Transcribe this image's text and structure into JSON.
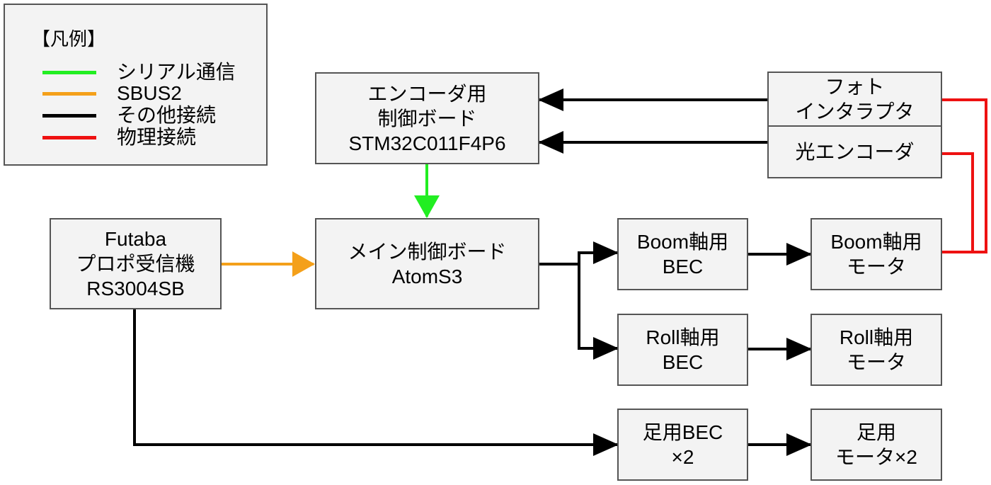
{
  "colors": {
    "serial": "#22ee22",
    "sbus2": "#f4a01a",
    "other": "#000000",
    "physical": "#ee1111"
  },
  "legend": {
    "title": "【凡例】",
    "items": [
      {
        "label": "シリアル通信",
        "color": "#22ee22"
      },
      {
        "label": "SBUS2",
        "color": "#f4a01a"
      },
      {
        "label": "その他接続",
        "color": "#000000"
      },
      {
        "label": "物理接続",
        "color": "#ee1111"
      }
    ]
  },
  "nodes": {
    "encoder_board": {
      "lines": [
        "エンコーダ用",
        "制御ボード",
        "STM32C011F4P6"
      ]
    },
    "photo_interrupter": {
      "lines": [
        "フォト",
        "インタラプタ"
      ]
    },
    "optical_encoder": {
      "lines": [
        "光エンコーダ"
      ]
    },
    "futaba_receiver": {
      "lines": [
        "Futaba",
        "プロポ受信機",
        "RS3004SB"
      ]
    },
    "main_board": {
      "lines": [
        "メイン制御ボード",
        "AtomS3"
      ]
    },
    "boom_bec": {
      "lines": [
        "Boom軸用",
        "BEC"
      ]
    },
    "boom_motor": {
      "lines": [
        "Boom軸用",
        "モータ"
      ]
    },
    "roll_bec": {
      "lines": [
        "Roll軸用",
        "BEC"
      ]
    },
    "roll_motor": {
      "lines": [
        "Roll軸用",
        "モータ"
      ]
    },
    "foot_bec": {
      "lines": [
        "足用BEC",
        "×2"
      ]
    },
    "foot_motor": {
      "lines": [
        "足用",
        "モータ×2"
      ]
    }
  }
}
